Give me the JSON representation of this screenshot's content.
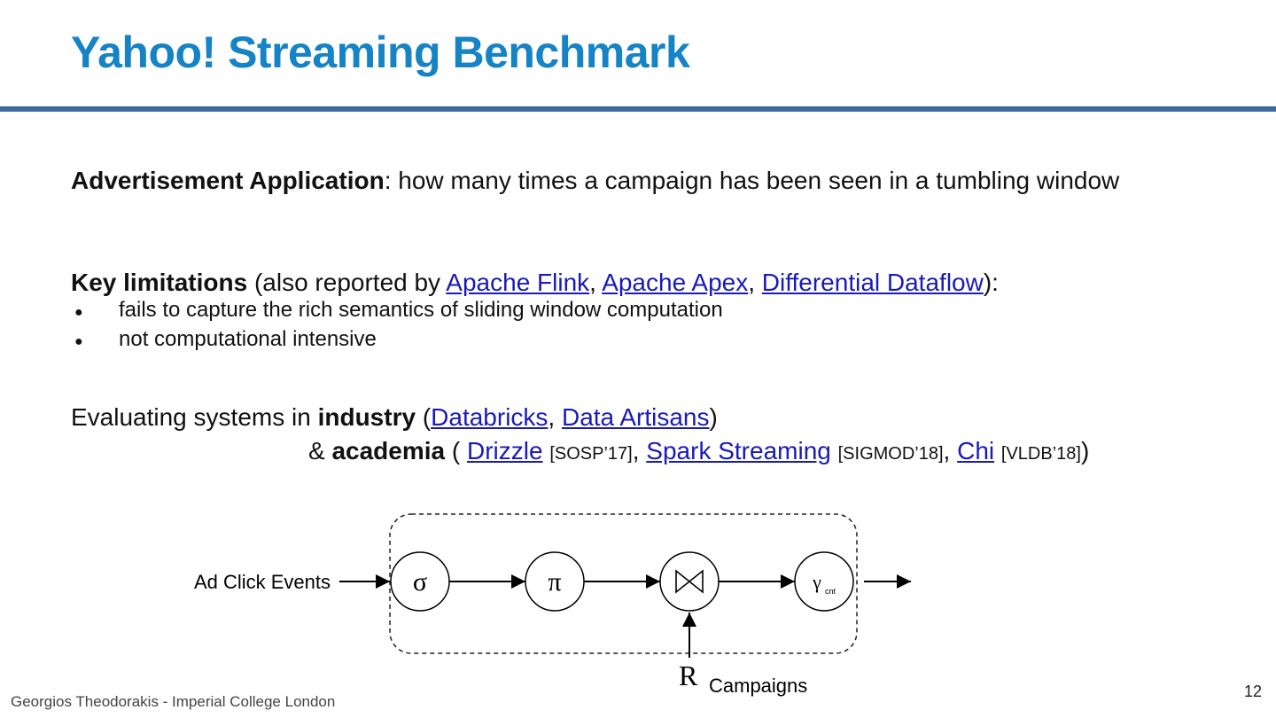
{
  "title": "Yahoo! Streaming Benchmark",
  "app": {
    "bold": "Advertisement Application",
    "rest": ": how many times a campaign has been seen in a tumbling window"
  },
  "limits": {
    "bold": "Key limitations",
    "pre": " (also reported by ",
    "links": [
      "Apache Flink",
      "Apache Apex",
      "Differential Dataflow"
    ],
    "sep": ", ",
    "post": "):",
    "bullets": [
      "fails to capture the rich semantics of sliding window computation",
      "not computational intensive"
    ],
    "bullet_glyph": "●"
  },
  "eval": {
    "pre": "Evaluating systems in ",
    "industry": "industry",
    "open": " (",
    "ind_links": [
      "Databricks",
      "Data Artisans"
    ],
    "comma": ", ",
    "close": ")",
    "amp": "& ",
    "academia": "academia",
    "open2": " ( ",
    "acad": [
      {
        "name": "Drizzle",
        "venue": "[SOSP’17]"
      },
      {
        "name": "Spark Streaming",
        "venue": "[SIGMOD’18]"
      },
      {
        "name": "Chi",
        "venue": "[VLDB’18]"
      }
    ],
    "close2": ")"
  },
  "diagram": {
    "input_label": "Ad Click Events",
    "ops": [
      "σ",
      "π",
      "⋈",
      "γ"
    ],
    "gamma_sub": "cnt",
    "relation": "R",
    "relation_label": "Campaigns"
  },
  "footer": "Georgios Theodorakis - Imperial College London",
  "page": "12"
}
